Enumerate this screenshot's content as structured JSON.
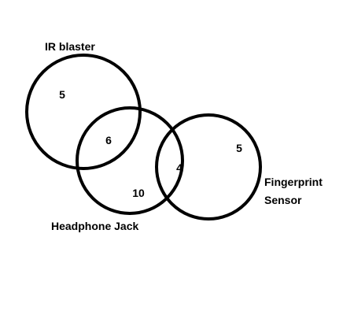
{
  "sets": {
    "ir_blaster": {
      "label": "IR blaster"
    },
    "headphone_jack": {
      "label": "Headphone Jack"
    },
    "fingerprint_sensor": {
      "label_lines": [
        "Fingerprint",
        "Sensor"
      ]
    }
  },
  "regions": {
    "ir_only": "5",
    "ir_and_headphone": "6",
    "headphone_only": "10",
    "headphone_and_fingerprint": "4",
    "fingerprint_only": "5"
  },
  "colors": {
    "stroke": "#000000",
    "background": "#ffffff"
  }
}
